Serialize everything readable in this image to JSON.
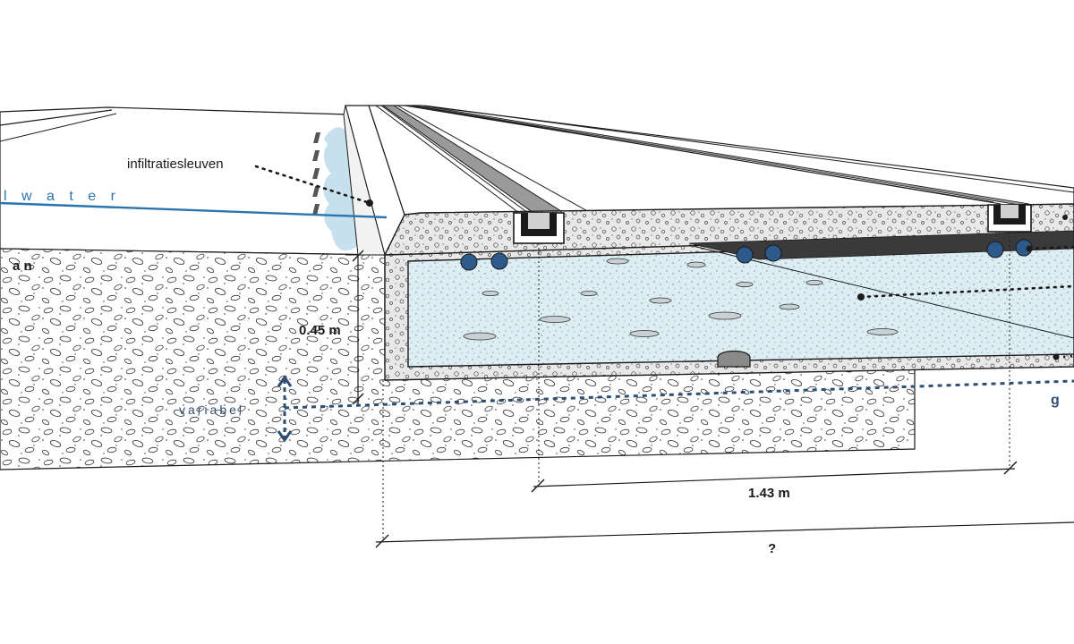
{
  "labels": {
    "infiltration": "infiltratiesleuven",
    "water": "l w a t e r",
    "left_fragment": "a  n",
    "variable": "variabel",
    "right_fragment": "g"
  },
  "dimensions": {
    "height": "0.45 m",
    "width_inner": "1.43 m",
    "width_total": "?"
  },
  "colors": {
    "water_line": "#2a74b0",
    "groundwater_line": "#2e4e72",
    "water_fill": "#dceef4",
    "concrete_fill": "#e6e6e6",
    "pipe": "#2c5a8a",
    "outline": "#1a1a1a"
  }
}
